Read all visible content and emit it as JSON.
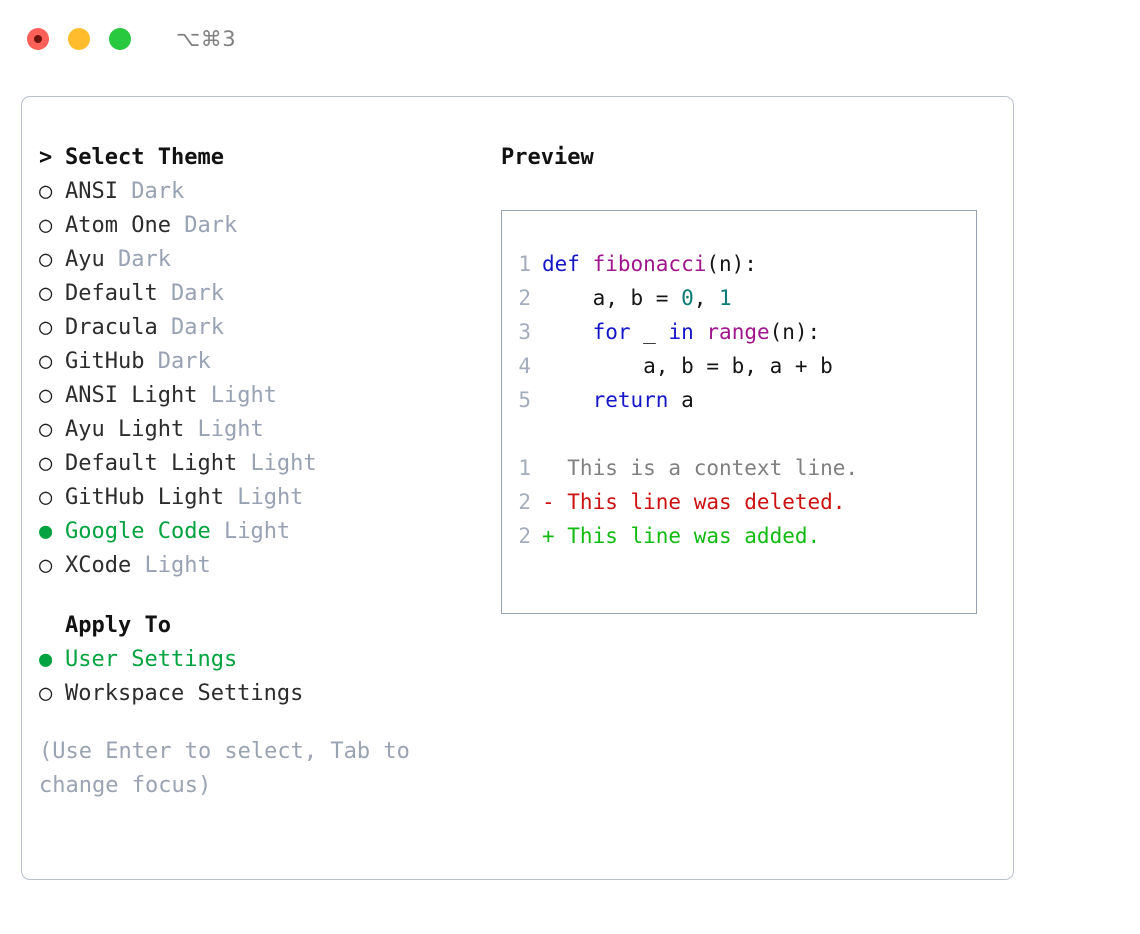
{
  "window": {
    "shortcut": "⌥⌘3",
    "traffic_lights": [
      {
        "name": "close",
        "color": "#ff6058"
      },
      {
        "name": "minimize",
        "color": "#ffbd2e"
      },
      {
        "name": "maximize",
        "color": "#28c93f"
      }
    ]
  },
  "theme_list": {
    "header": "Select Theme",
    "caret": ">",
    "marker_selected": "●",
    "marker_unselected": "○",
    "accent_color": "#00a33f",
    "tag_color": "#98a2b3",
    "items": [
      {
        "name": "ANSI",
        "tag": "Dark",
        "selected": false
      },
      {
        "name": "Atom One",
        "tag": "Dark",
        "selected": false
      },
      {
        "name": "Ayu",
        "tag": "Dark",
        "selected": false
      },
      {
        "name": "Default",
        "tag": "Dark",
        "selected": false
      },
      {
        "name": "Dracula",
        "tag": "Dark",
        "selected": false
      },
      {
        "name": "GitHub",
        "tag": "Dark",
        "selected": false
      },
      {
        "name": "ANSI Light",
        "tag": "Light",
        "selected": false
      },
      {
        "name": "Ayu Light",
        "tag": "Light",
        "selected": false
      },
      {
        "name": "Default Light",
        "tag": "Light",
        "selected": false
      },
      {
        "name": "GitHub Light",
        "tag": "Light",
        "selected": false
      },
      {
        "name": "Google Code",
        "tag": "Light",
        "selected": true
      },
      {
        "name": "XCode",
        "tag": "Light",
        "selected": false
      }
    ]
  },
  "apply_to": {
    "header": "Apply To",
    "items": [
      {
        "name": "User Settings",
        "selected": true
      },
      {
        "name": "Workspace Settings",
        "selected": false
      }
    ]
  },
  "hint": "(Use Enter to select, Tab to change focus)",
  "preview": {
    "title": "Preview",
    "code_lines": [
      {
        "num": "1",
        "tokens": [
          {
            "t": "def ",
            "c": "t-kw"
          },
          {
            "t": "fibonacci",
            "c": "t-fn"
          },
          {
            "t": "(n):",
            "c": "t-plain"
          }
        ]
      },
      {
        "num": "2",
        "tokens": [
          {
            "t": "    a, b = ",
            "c": "t-plain"
          },
          {
            "t": "0",
            "c": "t-num"
          },
          {
            "t": ", ",
            "c": "t-plain"
          },
          {
            "t": "1",
            "c": "t-num"
          }
        ]
      },
      {
        "num": "3",
        "tokens": [
          {
            "t": "    ",
            "c": "t-plain"
          },
          {
            "t": "for",
            "c": "t-kw"
          },
          {
            "t": " _ ",
            "c": "t-plain"
          },
          {
            "t": "in",
            "c": "t-kw"
          },
          {
            "t": " ",
            "c": "t-plain"
          },
          {
            "t": "range",
            "c": "t-fn"
          },
          {
            "t": "(n):",
            "c": "t-plain"
          }
        ]
      },
      {
        "num": "4",
        "tokens": [
          {
            "t": "        a, b = b, a + b",
            "c": "t-plain"
          }
        ]
      },
      {
        "num": "5",
        "tokens": [
          {
            "t": "    ",
            "c": "t-plain"
          },
          {
            "t": "return",
            "c": "t-kw"
          },
          {
            "t": " a",
            "c": "t-plain"
          }
        ]
      }
    ],
    "diff_lines": [
      {
        "num": "1",
        "text": "  This is a context line.",
        "cls": "t-ctx"
      },
      {
        "num": "2",
        "text": "- This line was deleted.",
        "cls": "t-del"
      },
      {
        "num": "2",
        "text": "+ This line was added.",
        "cls": "t-add"
      }
    ]
  }
}
